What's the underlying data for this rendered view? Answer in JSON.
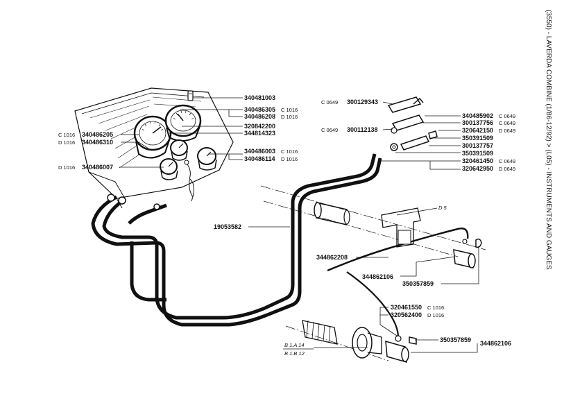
{
  "side_title": "(3550) - LAVERDA COMBINE (1/86-12/92) > (L05) - INSTRUMENTS AND GAUGES",
  "callouts": {
    "p340481003": "340481003",
    "p340486305": "340486305",
    "c340486305": "C 1016",
    "p340486208": "340486208",
    "c340486208": "D 1016",
    "p320842200": "320842200",
    "p344814323": "344814323",
    "p340486003": "340486003",
    "c340486003": "C 1016",
    "p340486114": "340486114",
    "c340486114": "D 1016",
    "p340486205": "340486205",
    "c340486205": "C 1016",
    "p340486310": "340486310",
    "c340486310": "D 1016",
    "p340486007": "340486007",
    "c340486007": "D 1016",
    "p300129343": "300129343",
    "c300129343": "C 0649",
    "p300112138": "300112138",
    "c300112138": "C 0649",
    "p340485902": "340485902",
    "c340485902": "C 0649",
    "p300137756": "300137756",
    "c300137756": "C 0649",
    "p320642150": "320642150",
    "c320642150": "D 0649",
    "p350391509a": "350391509",
    "p300137757": "300137757",
    "p350391509b": "350391509",
    "p320461450": "320461450",
    "c320461450": "C 0649",
    "p320642950": "320642950",
    "c320642950": "D 0649",
    "p19053582": "19053582",
    "p344862208": "344862208",
    "p344862106a": "344862106",
    "p350357859a": "350357859",
    "p320461550": "320461550",
    "c320461550": "C 1016",
    "p320562400": "320562400",
    "c320562400": "D 1016",
    "p350357859b": "350357859",
    "p344862106b": "344862106",
    "d5": "D 5",
    "b1a14": "B 1.A 14",
    "b1b12": "B 1.B 12"
  }
}
